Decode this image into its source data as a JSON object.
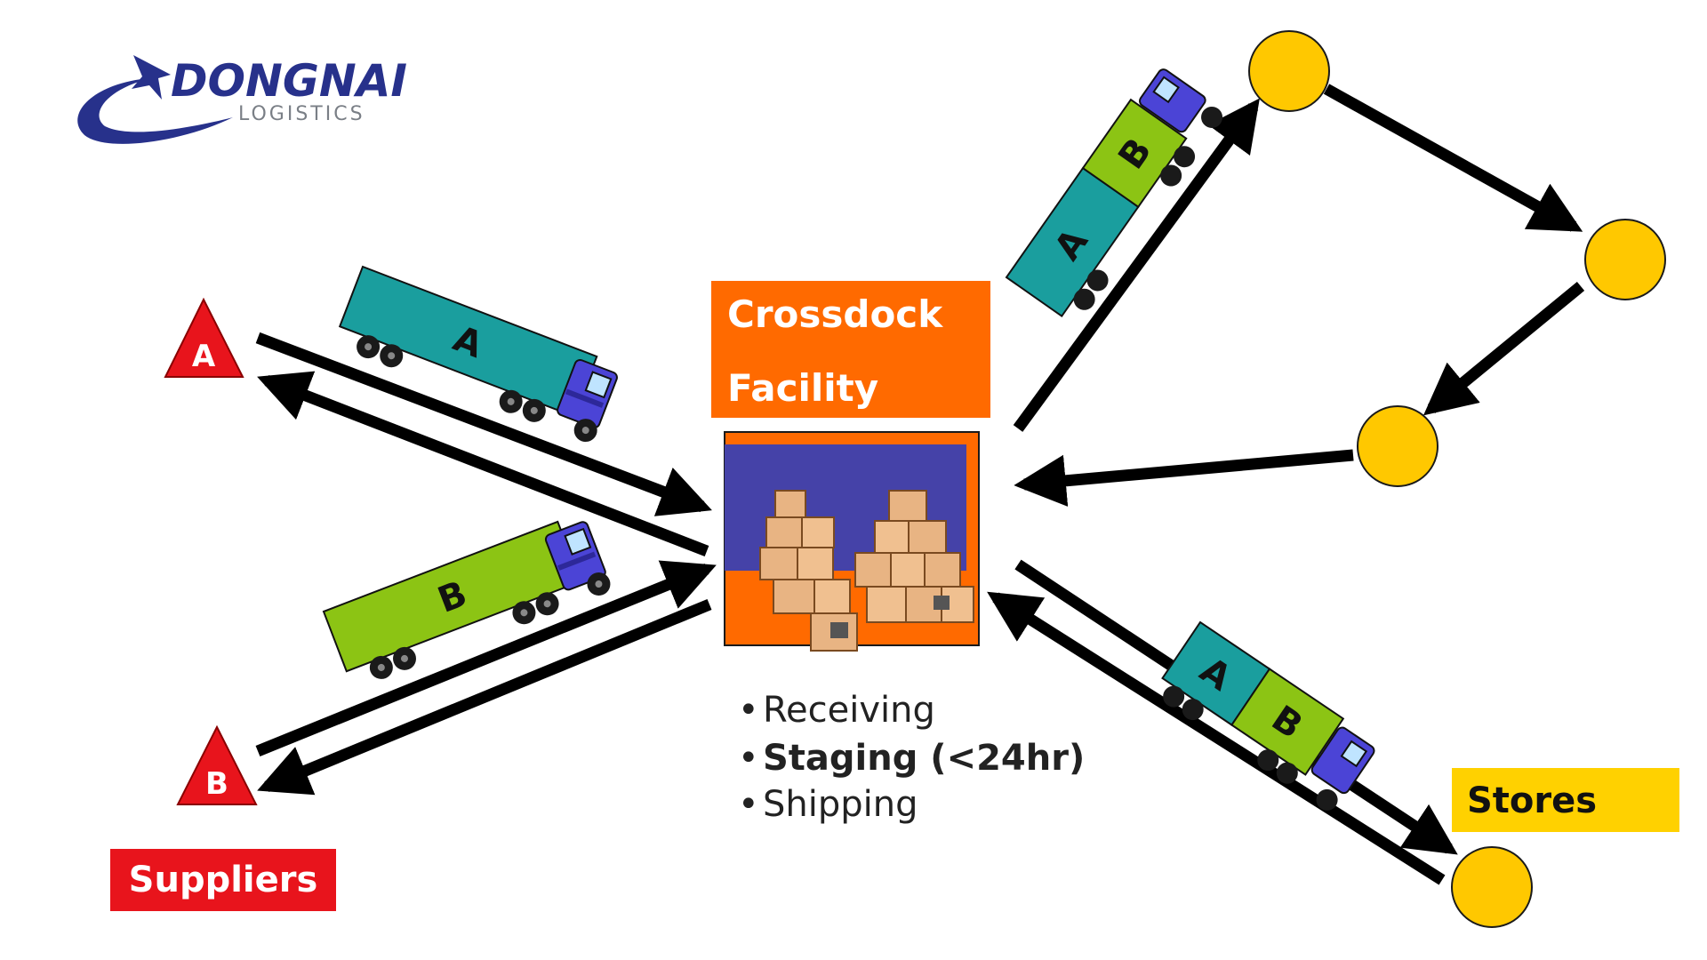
{
  "logo": {
    "brand": "DONGNAI",
    "sub": "LOGISTICS"
  },
  "suppliers": {
    "label": "Suppliers",
    "a": "A",
    "b": "B"
  },
  "crossdock": {
    "title_line1": "Crossdock",
    "title_line2": "Facility",
    "steps": [
      {
        "text": "Receiving",
        "bold": false
      },
      {
        "text": "Staging (<24hr)",
        "bold": true
      },
      {
        "text": "Shipping",
        "bold": false
      }
    ]
  },
  "stores": {
    "label": "Stores"
  },
  "trucks": {
    "a": "A",
    "b": "B"
  },
  "colors": {
    "arrow": "#000000",
    "supplier_red": "#e8141c",
    "crossdock_orange": "#ff6a00",
    "store_yellow": "#ffc800",
    "store_label_bg": "#ffd100",
    "trailer_teal": "#1a9e9e",
    "trailer_green": "#8cc414",
    "cab_blue": "#4b44d6",
    "logo_navy": "#27318b",
    "logo_grey": "#7a7f86"
  }
}
